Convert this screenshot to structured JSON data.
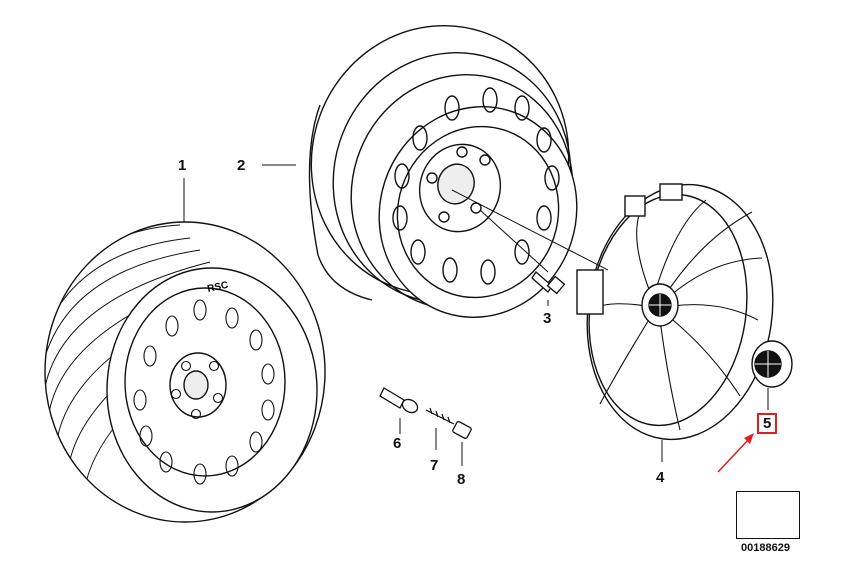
{
  "diagram": {
    "callouts": [
      {
        "id": "1",
        "label": "1",
        "part": "tire"
      },
      {
        "id": "2",
        "label": "2",
        "part": "steel-rim"
      },
      {
        "id": "3",
        "label": "3",
        "part": "wheel-bolt"
      },
      {
        "id": "4",
        "label": "4",
        "part": "hub-cap"
      },
      {
        "id": "5",
        "label": "5",
        "part": "emblem",
        "highlighted": true
      },
      {
        "id": "6",
        "label": "6",
        "part": "valve"
      },
      {
        "id": "7",
        "label": "7",
        "part": "valve-insert"
      },
      {
        "id": "8",
        "label": "8",
        "part": "valve-cap"
      }
    ],
    "tire_marking": "RSC",
    "reference_number": "00188629",
    "highlight_color": "#e0201e"
  }
}
